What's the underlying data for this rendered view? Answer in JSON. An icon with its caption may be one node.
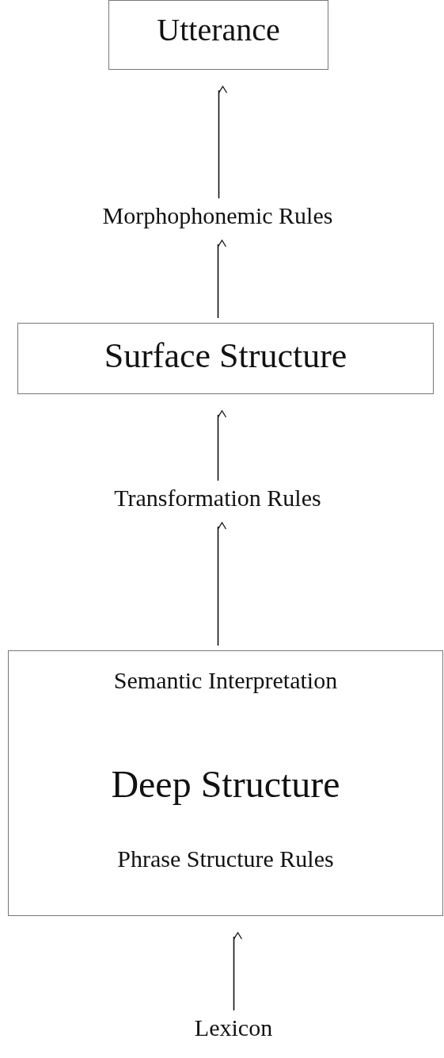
{
  "diagram": {
    "nodes": [
      {
        "text": [
          "Utterance"
        ]
      },
      {
        "text": [
          "Morphophonemic Rules"
        ]
      },
      {
        "text": [
          "Surface Structure"
        ]
      },
      {
        "text": [
          "Transformation Rules"
        ]
      },
      {
        "text": [
          "Semantic Interpretation",
          "Deep Structure",
          "Phrase Structure Rules"
        ]
      },
      {
        "text": [
          "Lexicon"
        ]
      }
    ],
    "edges": [
      {
        "from": 1,
        "to": 0,
        "arrow": "to"
      },
      {
        "from": 2,
        "to": 1,
        "arrow": "to"
      },
      {
        "from": 3,
        "to": 2,
        "arrow": "to"
      },
      {
        "from": 4,
        "to": 3,
        "arrow": "to"
      },
      {
        "from": 5,
        "to": 4,
        "arrow": "to"
      }
    ]
  }
}
